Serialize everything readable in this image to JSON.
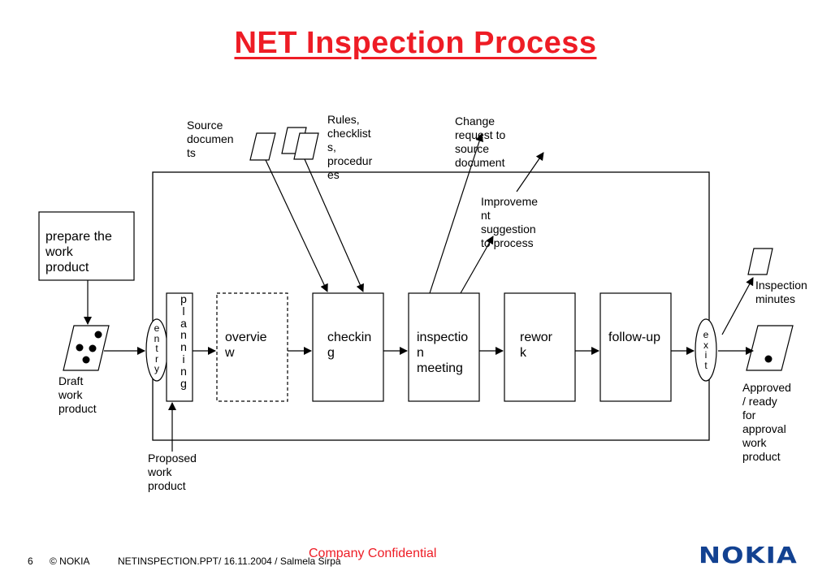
{
  "title": "NET Inspection Process",
  "labels": {
    "source_documents": [
      "Source",
      "documen",
      "ts"
    ],
    "rules": [
      "Rules,",
      "checklist",
      "s,",
      "procedur",
      "es"
    ],
    "change_request": [
      "Change",
      "request to",
      "source",
      "document"
    ],
    "improvement": [
      "Improveme",
      "nt",
      "suggestion",
      "to process"
    ],
    "inspection_minutes": [
      "Inspection",
      "minutes"
    ],
    "draft": [
      "Draft",
      "work",
      "product"
    ],
    "approved": [
      "Approved",
      "/ ready",
      "for",
      "approval",
      "work",
      "product"
    ],
    "proposed": [
      "Proposed",
      "work",
      "product"
    ]
  },
  "prepare": [
    "prepare the",
    "work",
    "product"
  ],
  "entry_letters": [
    "e",
    "n",
    "t",
    "r",
    "y"
  ],
  "planning_letters": [
    "p",
    "l",
    "a",
    "n",
    "n",
    "i",
    "n",
    "g"
  ],
  "exit_letters": [
    "e",
    "x",
    "i",
    "t"
  ],
  "stages": {
    "overview": [
      "overvie",
      "w"
    ],
    "checking": [
      "checkin",
      "g"
    ],
    "inspection_meeting": [
      "inspectio",
      "n",
      "meeting"
    ],
    "rework": [
      "rewor",
      "k"
    ],
    "follow_up": [
      "follow-up"
    ]
  },
  "footer": {
    "page": "6",
    "copyright": "© NOKIA",
    "file": "NETINSPECTION.PPT/ 16.11.2004 / Salmela Sirpa",
    "confidential": "Company Confidential",
    "logo": "NOKIA"
  },
  "colors": {
    "title": "#ee1c25",
    "logo": "#124191"
  }
}
